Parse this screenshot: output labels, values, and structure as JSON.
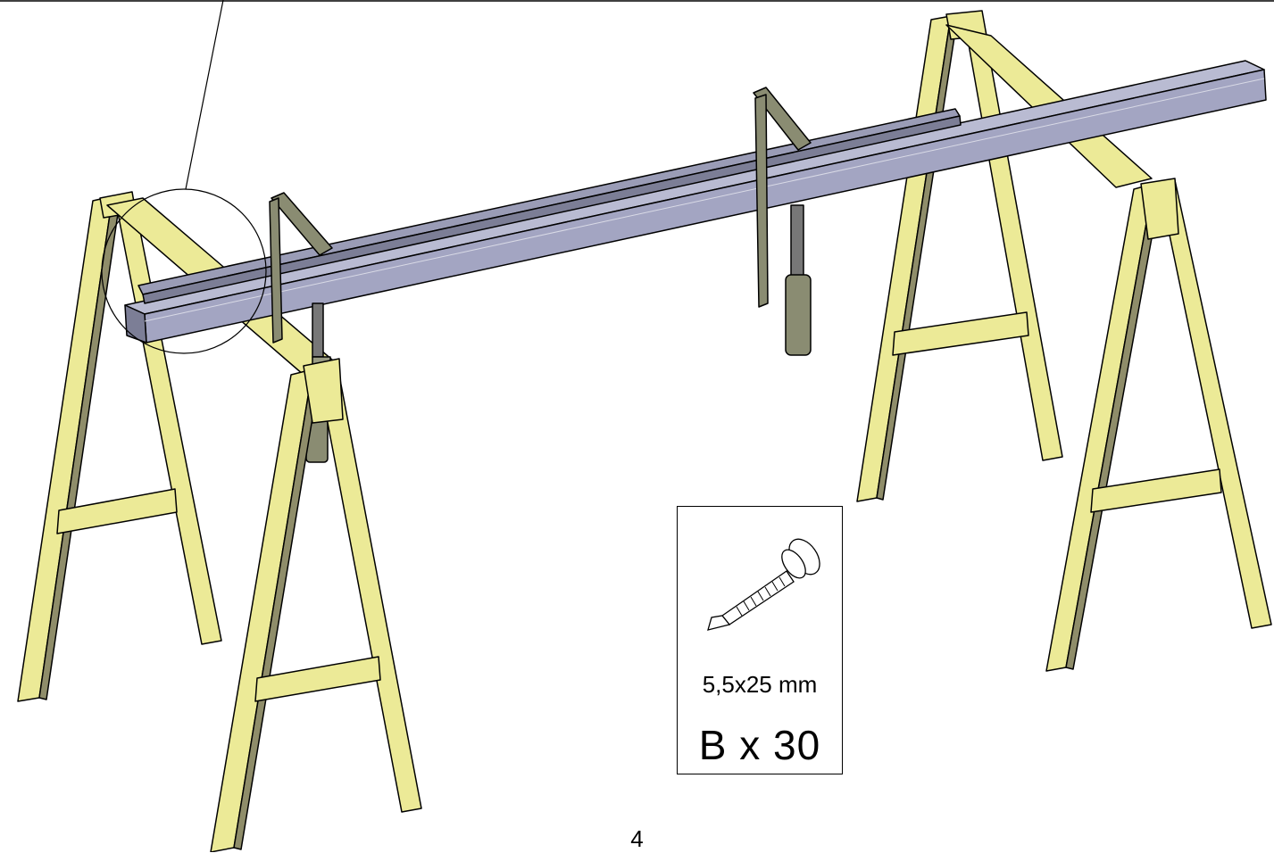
{
  "fastener": {
    "size_label": "5,5x25 mm",
    "quantity_label": "B x 30",
    "icon": "self-drilling-screw-icon"
  },
  "page": {
    "number": "4"
  },
  "colors": {
    "sawhorse_wood": "#ecea97",
    "sawhorse_shadow": "#8f8d6a",
    "beam": "#a3a5c2",
    "beam_top": "#b9bbd2",
    "clamp": "#8a8c72",
    "outline": "#000000"
  }
}
